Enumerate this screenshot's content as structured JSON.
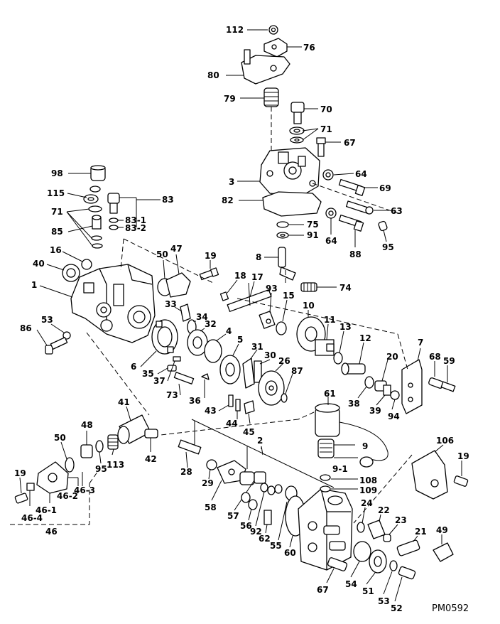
{
  "callouts": {
    "c112": "112",
    "c76": "76",
    "c80": "80",
    "c79": "79",
    "c70": "70",
    "c71a": "71",
    "c67a": "67",
    "c3": "3",
    "c64a": "64",
    "c69": "69",
    "c82": "82",
    "c63": "63",
    "c75": "75",
    "c64b": "64",
    "c91": "91",
    "c88": "88",
    "c95a": "95",
    "c98": "98",
    "c115": "115",
    "c83": "83",
    "c71b": "71",
    "c83_1": "83-1",
    "c83_2": "83-2",
    "c85": "85",
    "c16": "16",
    "c40": "40",
    "c1": "1",
    "c50a": "50",
    "c47": "47",
    "c19a": "19",
    "c18": "18",
    "c17": "17",
    "c93": "93",
    "c15": "15",
    "c8": "8",
    "c74": "74",
    "c10": "10",
    "c11": "11",
    "c13": "13",
    "c12": "12",
    "c7": "7",
    "c68": "68",
    "c59": "59",
    "c53a": "53",
    "c86": "86",
    "c33": "33",
    "c34": "34",
    "c32": "32",
    "c4": "4",
    "c5": "5",
    "c31": "31",
    "c30": "30",
    "c26": "26",
    "c87": "87",
    "c20": "20",
    "c38": "38",
    "c39": "39",
    "c94": "94",
    "c6": "6",
    "c35": "35",
    "c37": "37",
    "c73": "73",
    "c36": "36",
    "c43": "43",
    "c44": "44",
    "c45": "45",
    "c61": "61",
    "c41": "41",
    "c48": "48",
    "c50b": "50",
    "c95b": "95",
    "c113": "113",
    "c42": "42",
    "c9": "9",
    "c9_1": "9-1",
    "c108": "108",
    "c109": "109",
    "c106": "106",
    "c19b": "19",
    "c2": "2",
    "c28": "28",
    "c29": "29",
    "c58": "58",
    "c57": "57",
    "c56": "56",
    "c92": "92",
    "c62": "62",
    "c55": "55",
    "c60": "60",
    "c24": "24",
    "c22": "22",
    "c23": "23",
    "c21": "21",
    "c49": "49",
    "c19c": "19",
    "c46_2": "46-2",
    "c46_3": "46-3",
    "c46_1": "46-1",
    "c46_4": "46-4",
    "c46": "46",
    "c67b": "67",
    "c54": "54",
    "c51": "51",
    "c53b": "53",
    "c52": "52"
  },
  "drawing_code": "PM0592"
}
